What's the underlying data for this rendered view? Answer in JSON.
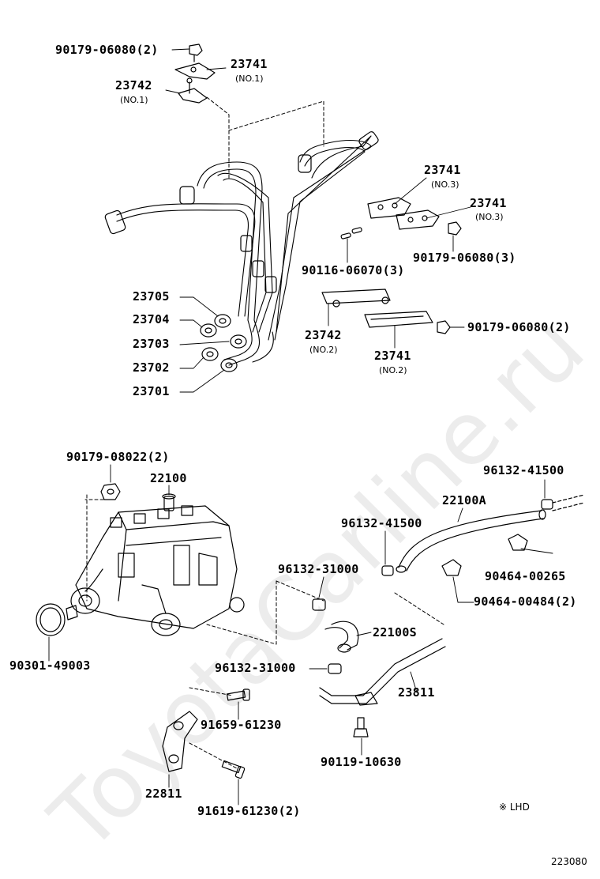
{
  "watermark": "ToyotaCarline.ru",
  "footer_code": "223080",
  "legend": "※ LHD",
  "labels": {
    "p90179_06080_2a": "90179-06080(2)",
    "p23741_no1": "23741",
    "p23741_no1_sub": "(NO.1)",
    "p23742_no1": "23742",
    "p23742_no1_sub": "(NO.1)",
    "p23741_no3a": "23741",
    "p23741_no3a_sub": "(NO.3)",
    "p23741_no3b": "23741",
    "p23741_no3b_sub": "(NO.3)",
    "p90179_06080_3": "90179-06080(3)",
    "p90116_06070_3": "90116-06070(3)",
    "p23705": "23705",
    "p23704": "23704",
    "p23703": "23703",
    "p23702": "23702",
    "p23701": "23701",
    "p23742_no2": "23742",
    "p23742_no2_sub": "(NO.2)",
    "p23741_no2": "23741",
    "p23741_no2_sub": "(NO.2)",
    "p90179_06080_2b": "90179-06080(2)",
    "p90179_08022_2": "90179-08022(2)",
    "p22100": "22100",
    "p96132_41500a": "96132-41500",
    "p22100a": "22100A",
    "p96132_41500b": "96132-41500",
    "p90464_00265": "90464-00265",
    "p96132_31000a": "96132-31000",
    "p90464_00484_2": "90464-00484(2)",
    "p22100s": "22100S",
    "p90301_49003": "90301-49003",
    "p96132_31000b": "96132-31000",
    "p23811": "23811",
    "p91659_61230": "91659-61230",
    "p90119_10630": "90119-10630",
    "p22811": "22811",
    "p91619_61230_2": "91619-61230(2)"
  }
}
